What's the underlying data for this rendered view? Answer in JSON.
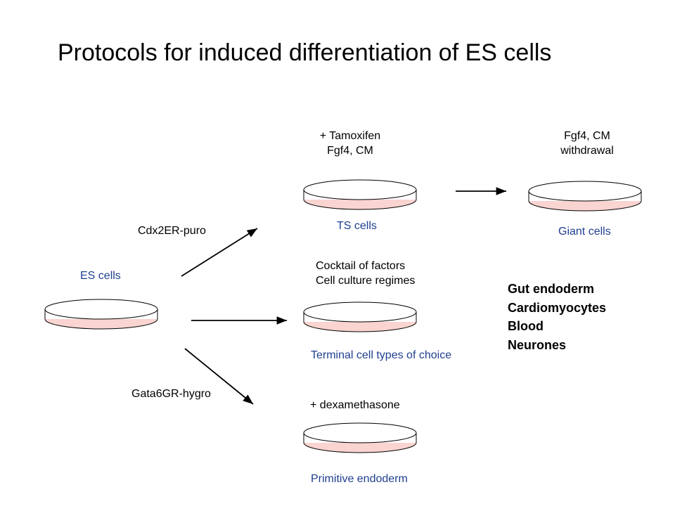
{
  "title": "Protocols for induced differentiation of ES cells",
  "dishes": {
    "es": {
      "label": "ES cells"
    },
    "ts": {
      "label": "TS cells",
      "condition": [
        "+ Tamoxifen",
        "Fgf4, CM"
      ]
    },
    "giant": {
      "label": "Giant cells",
      "condition": [
        "Fgf4, CM",
        "withdrawal"
      ]
    },
    "terminal": {
      "label": "Terminal cell types of choice",
      "condition": [
        "Cocktail of factors",
        "Cell culture regimes"
      ]
    },
    "primitive": {
      "label": "Primitive endoderm",
      "condition": [
        "+ dexamethasone"
      ]
    }
  },
  "arrows": {
    "up": {
      "label": "Cdx2ER-puro"
    },
    "down": {
      "label": "Gata6GR-hygro"
    }
  },
  "terminal_types": [
    "Gut endoderm",
    "Cardiomyocytes",
    "Blood",
    "Neurones"
  ],
  "colors": {
    "dish_fill": "#f9d4d0",
    "label_blue": "#1f3f8f"
  }
}
